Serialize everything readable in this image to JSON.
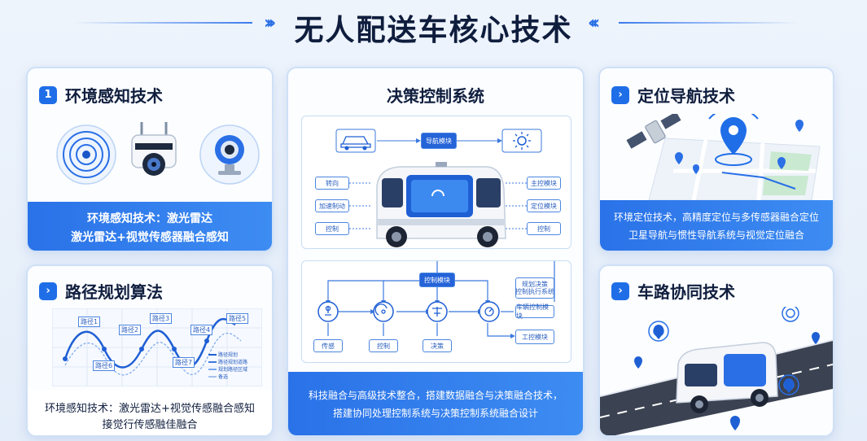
{
  "title": "无人配送车核心技术",
  "cards": {
    "perception": {
      "badge": "1",
      "title": "环境感知技术",
      "caption_line1": "环境感知技术：激光雷达",
      "caption_line2": "激光雷达+视觉传感器融合感知"
    },
    "path": {
      "title": "路径规划算法",
      "caption_line1": "环境感知技术：激光雷达+视觉传感融合感知",
      "caption_line2": "接觉行传感融佳融合",
      "chart_labels": [
        "路径1",
        "路径2",
        "路径3",
        "路径4",
        "路径5",
        "路径6",
        "路径7"
      ],
      "legend": [
        "路径规划",
        "路径规划道路",
        "规划路径区域",
        "备选"
      ]
    },
    "decision": {
      "title": "决策控制系统",
      "top_center_box": "导航模块",
      "left_boxes": [
        "转向",
        "加速制动",
        "控制"
      ],
      "right_boxes": [
        "主控模块",
        "定位模块",
        "控制"
      ],
      "flow_top_box": "控制模块",
      "flow_right_box1": "规划决策\n控制执行系统",
      "flow_right_box2": "车辆控制模块",
      "flow_right_box3": "工控模块",
      "flow_bottom": [
        "传感",
        "控制",
        "决策"
      ],
      "caption_line1": "科技融合与高级技术整合，搭建数据融合与决策融合技术，",
      "caption_line2": "搭建协同处理控制系统与决策控制系统融合设计"
    },
    "localization": {
      "title": "定位导航技术",
      "caption_line1": "环境定位技术，高精度定位与多传感器融合定位",
      "caption_line2": "卫星导航与惯性导航系统与视觉定位融合"
    },
    "v2x": {
      "title": "车路协同技术"
    }
  },
  "colors": {
    "accent": "#1f6ee8",
    "band": "#2a72e8",
    "title": "#0f1d3d"
  }
}
